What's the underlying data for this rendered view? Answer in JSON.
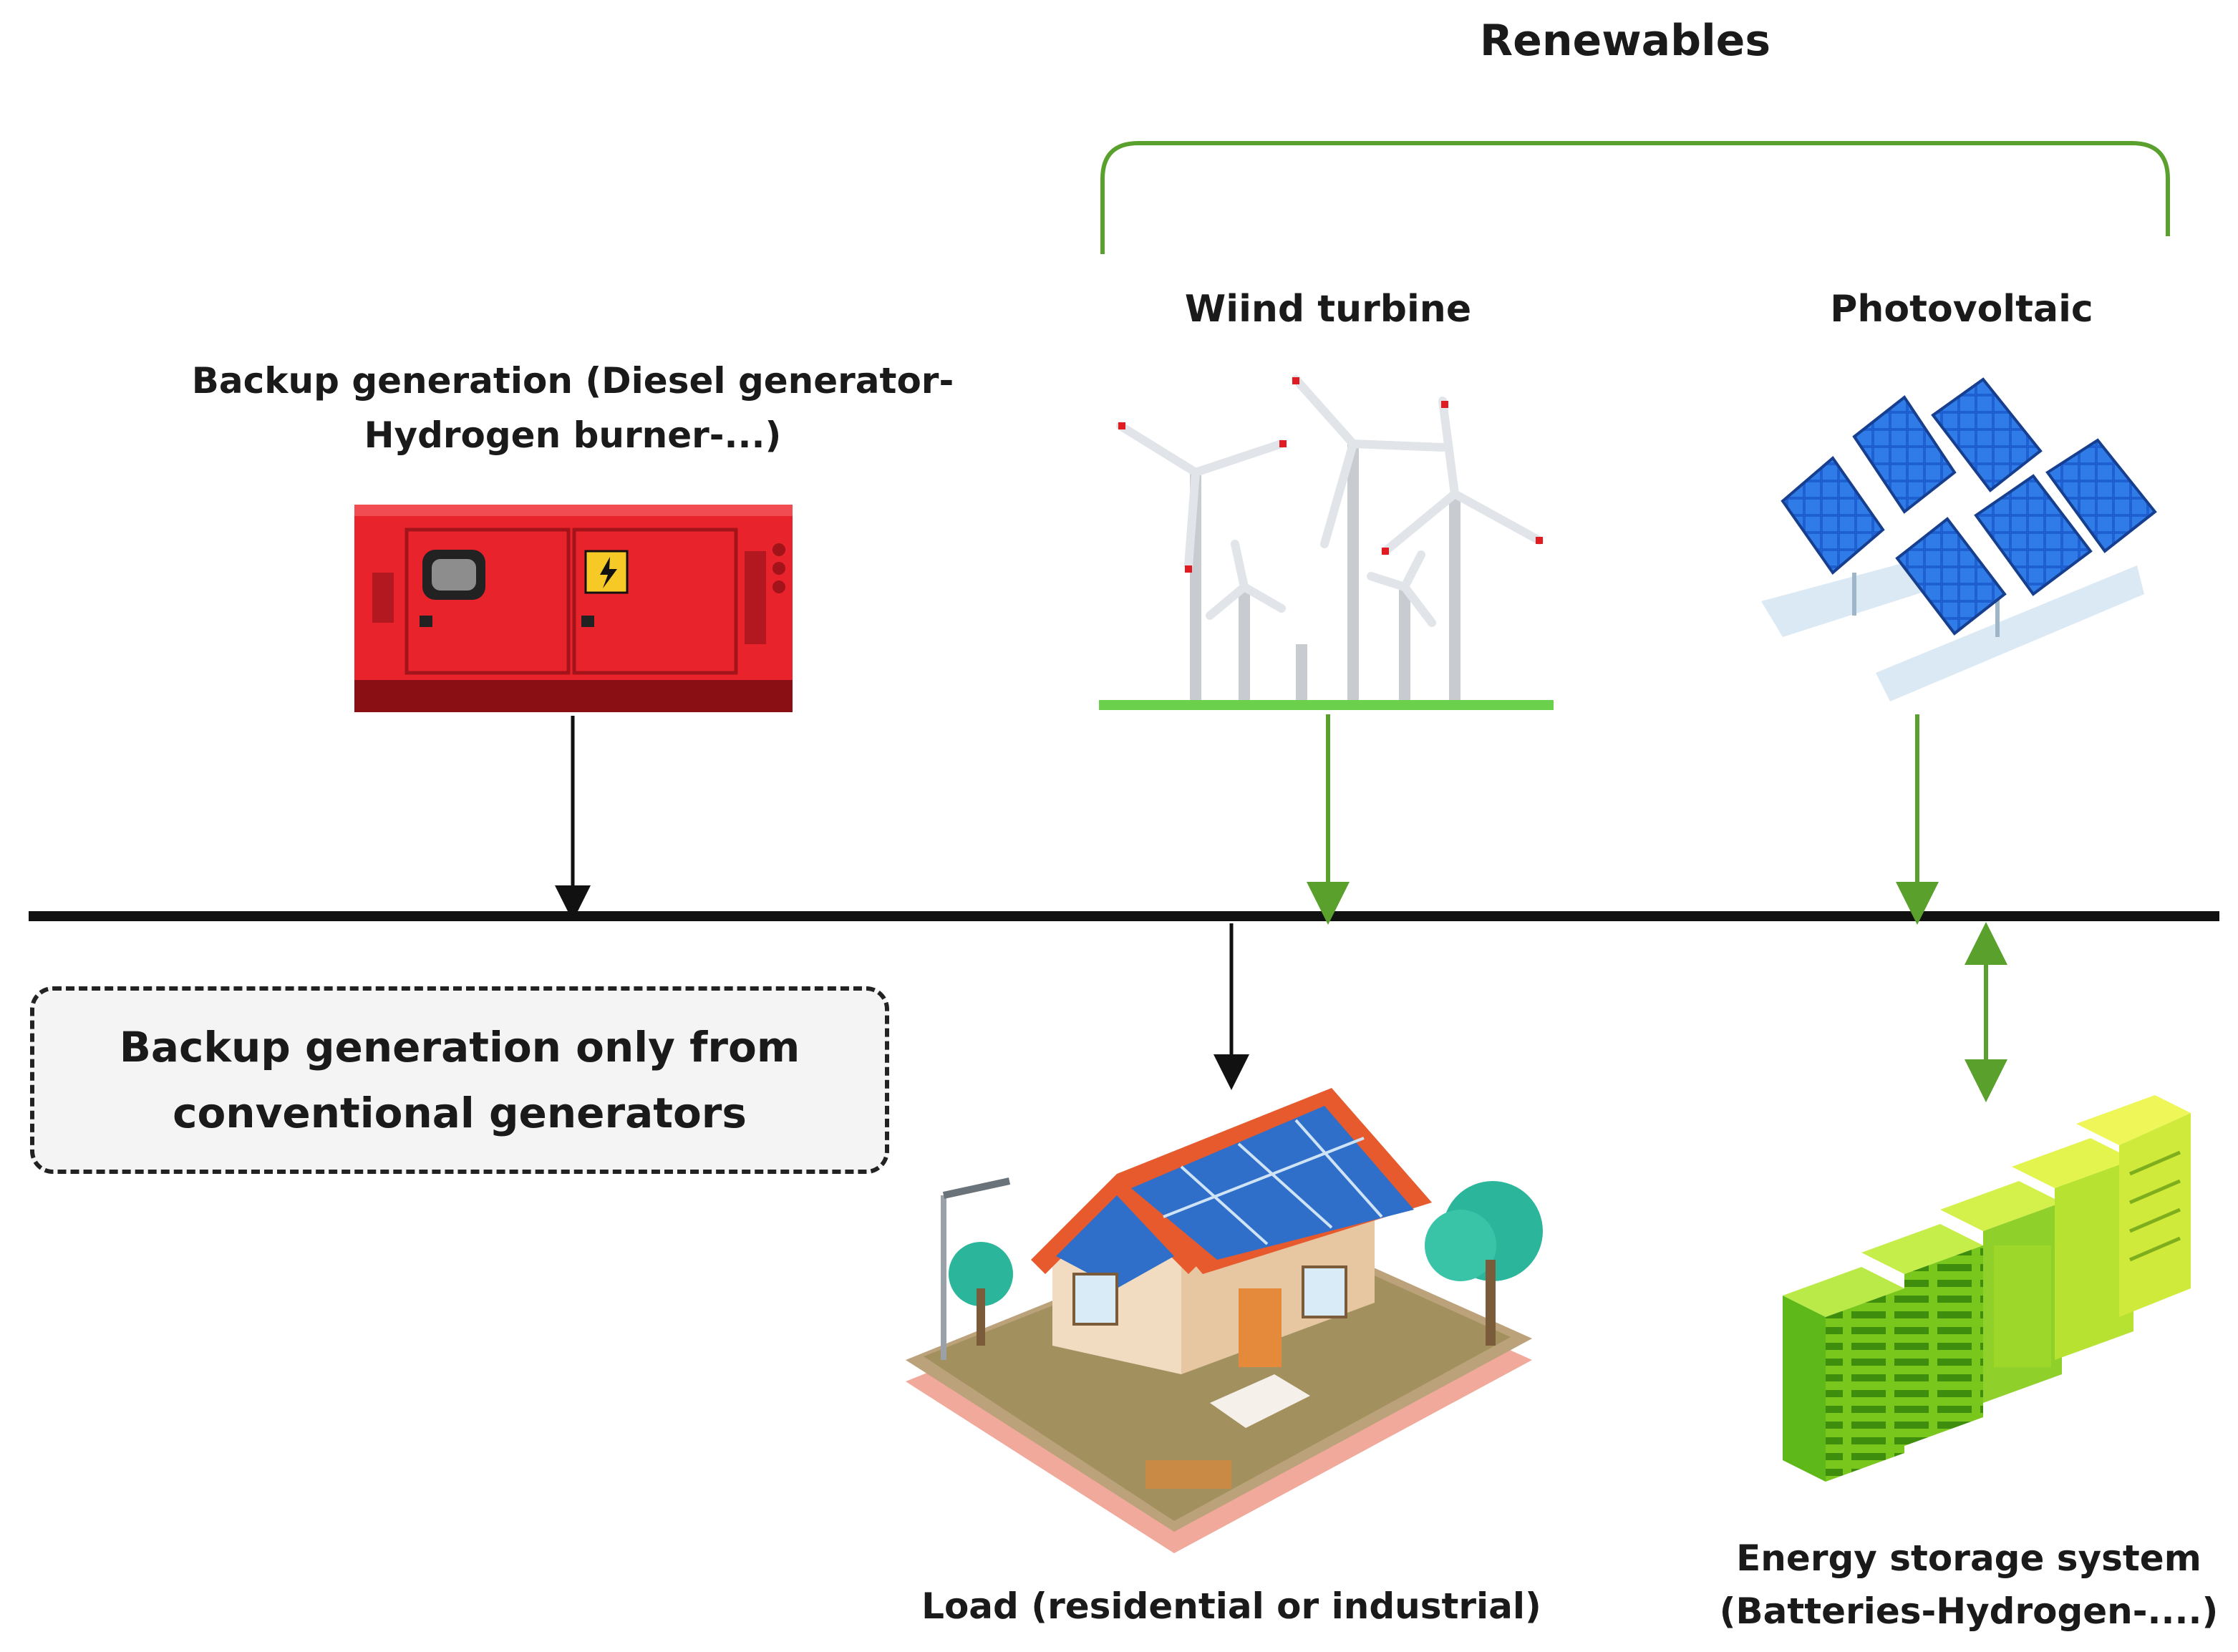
{
  "header": {
    "group_label": "Renewables"
  },
  "sources": {
    "wind": {
      "label": "Wiind turbine"
    },
    "pv": {
      "label": "Photovoltaic"
    },
    "backup": {
      "label_line1": "Backup generation (Diesel generator-",
      "label_line2": "Hydrogen burner-...)"
    }
  },
  "sinks": {
    "load": {
      "label": "Load (residential or industrial)"
    },
    "storage": {
      "label_line1": "Energy storage system",
      "label_line2": "(Batteries-Hydrogen-....)"
    }
  },
  "note": {
    "line1": "Backup generation only from",
    "line2": "conventional generators"
  },
  "colors": {
    "renewable_link": "#5aa02c",
    "conventional_link": "#111111",
    "bus": "#111111",
    "generator_body": "#e8232b",
    "storage": "#a8dd2e"
  },
  "icons": [
    "diesel-generator-icon",
    "wind-turbine-icon",
    "solar-panel-icon",
    "house-icon",
    "battery-storage-icon"
  ]
}
